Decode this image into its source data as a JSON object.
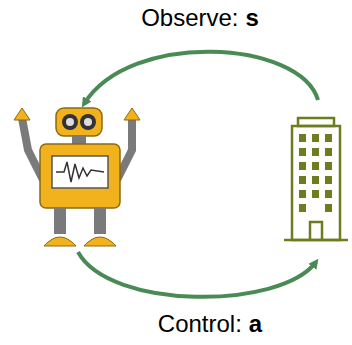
{
  "diagram": {
    "labels": [
      "Observe:",
      "s",
      "Control:",
      "a"
    ]
  }
}
